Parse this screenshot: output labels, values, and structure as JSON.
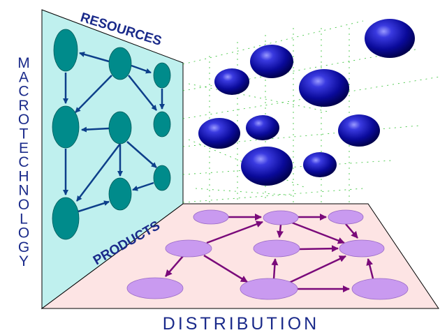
{
  "labels": {
    "vertical": "MACROTECHNOLOGY",
    "bottom": "DISTRIBUTION",
    "resources": "RESOURCES",
    "products": "PRODUCTS"
  },
  "colors": {
    "wall_fill": "#bff0ee",
    "floor_fill": "#fde4e4",
    "teal_node": "#008b8b",
    "teal_arrow": "#0d3f8a",
    "purple_node": "#c99af0",
    "purple_arrow": "#7a0a7a",
    "sphere": "#0a0a9a",
    "text": "#1a2a8a"
  },
  "icons": {
    "resource_node": "teal-ellipse",
    "distribution_node": "purple-ellipse",
    "sphere": "blue-sphere"
  }
}
